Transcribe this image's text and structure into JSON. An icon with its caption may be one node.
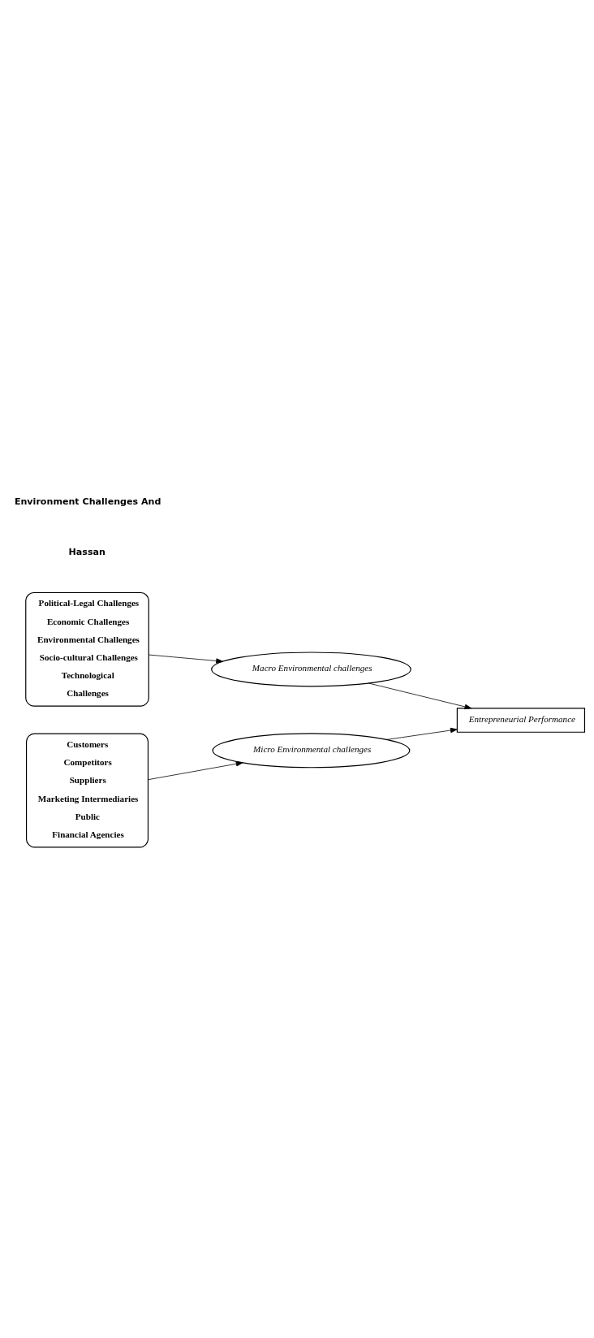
{
  "diagram": {
    "nodes": [
      {
        "text": [
          "Micro Environmental challenges"
        ]
      },
      {
        "text": [
          "Customers",
          "Competitors",
          "Suppliers",
          "Marketing Intermediaries",
          "Public",
          "Financial Agencies"
        ]
      },
      {
        "text": [
          "Entrepreneurial Performance"
        ]
      },
      {
        "text": [
          "Political-Legal Challenges",
          "Economic Challenges",
          "Environmental Challenges",
          "Socio-cultural Challenges",
          "Technological",
          "Challenges"
        ]
      },
      {
        "text": [
          "Macro Environmental challenges"
        ]
      }
    ],
    "edges": [
      {
        "from": 1,
        "to": 0,
        "arrow": "to"
      },
      {
        "from": 0,
        "to": 2,
        "arrow": "to"
      },
      {
        "from": 3,
        "to": 4,
        "arrow": "to"
      },
      {
        "from": 4,
        "to": 2,
        "arrow": "to"
      }
    ],
    "labels": [
      "Hassan",
      "Environment Challenges And"
    ]
  }
}
